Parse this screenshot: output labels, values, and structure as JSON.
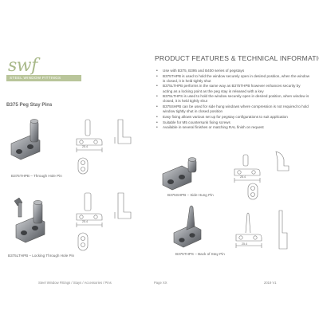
{
  "brand": {
    "logo_text": "swf",
    "tagline": "STEEL WINDOW FITTINGS"
  },
  "section_title": "B375 Peg Stay Pins",
  "heading": "PRODUCT FEATURES & TECHNICAL INFORMATION",
  "features": [
    "Use with B375, B395 and B400 series of pegstays",
    "B375THPB is used to hold the window securely open in desired position, when the window is closed, it is held tightly shut",
    "B375LTHPB performs in the same way as B375THPB however enhances security by acting as a locking point as the peg stay is released with a key",
    "B375LTHPS is used to hold the window securely open in desired position, when window is closed, it is held tightly shut",
    "B375SHPB can be used for side hung windows where compression is not required to hold window tightly shut in closed position",
    "Easy fixing allows various set up for pegstay configurations to suit application",
    "Suitable for M5 countersunk fixing screws",
    "Available in several finishes or matching RAL finish on request"
  ],
  "products": [
    {
      "caption": "B375THPB – Through Hole Pin"
    },
    {
      "caption": "B375LTHPB – Locking Through Hole Pin"
    },
    {
      "caption": "B375SHPB – Side Hung Pin"
    },
    {
      "caption": "B375THPS – Back of Stay Pin"
    }
  ],
  "dimensions": {
    "width_label": "25.4"
  },
  "footer": {
    "left": "Steel Window Fittings / Stays / Accessories / Pins",
    "center": "Page XX",
    "right": "2019 V1"
  },
  "colors": {
    "brand_green": "#b9c59a",
    "metal": "#8c8f93",
    "drawing_line": "#7a7a7a"
  }
}
